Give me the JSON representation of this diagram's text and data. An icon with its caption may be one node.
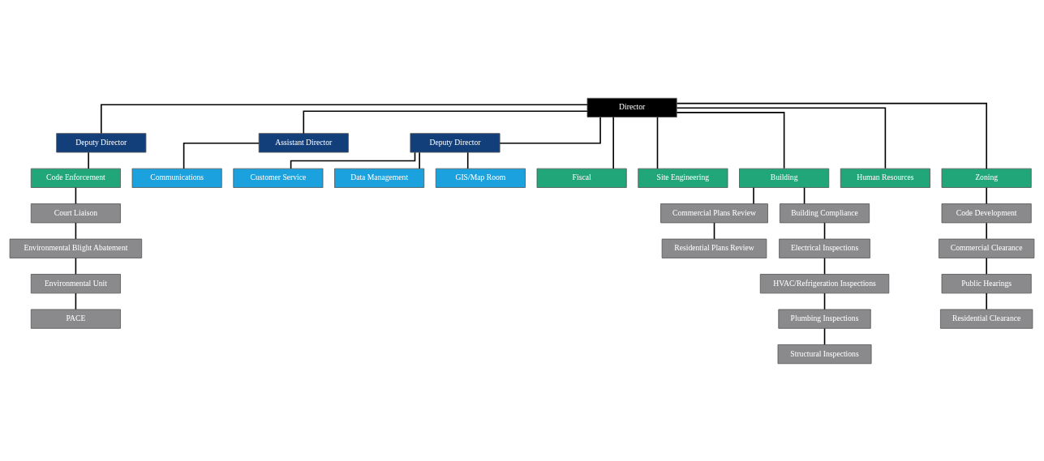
{
  "diagram": {
    "nodes": [
      {
        "text": [
          "Director"
        ]
      },
      {
        "text": [
          "Deputy Director"
        ]
      },
      {
        "text": [
          "Assistant Director"
        ]
      },
      {
        "text": [
          "Deputy Director"
        ]
      },
      {
        "text": [
          "Communications"
        ]
      },
      {
        "text": [
          "Customer Service"
        ]
      },
      {
        "text": [
          "Data Management"
        ]
      },
      {
        "text": [
          "GIS/Map Room"
        ]
      },
      {
        "text": [
          "Code Enforcement"
        ]
      },
      {
        "text": [
          "Fiscal"
        ]
      },
      {
        "text": [
          "Site Engineering"
        ]
      },
      {
        "text": [
          "Building"
        ]
      },
      {
        "text": [
          "Human Resources"
        ]
      },
      {
        "text": [
          "Zoning"
        ]
      },
      {
        "text": [
          "Court Liaison"
        ]
      },
      {
        "text": [
          "Environmental Blight Abatement"
        ]
      },
      {
        "text": [
          "Environmental Unit"
        ]
      },
      {
        "text": [
          "PACE"
        ]
      },
      {
        "text": [
          "Commercial Plans Review"
        ]
      },
      {
        "text": [
          "Residential Plans Review"
        ]
      },
      {
        "text": [
          "Building Compliance"
        ]
      },
      {
        "text": [
          "Electrical Inspections"
        ]
      },
      {
        "text": [
          "HVAC/Refrigeration Inspections"
        ]
      },
      {
        "text": [
          "Plumbing Inspections"
        ]
      },
      {
        "text": [
          "Structural Inspections"
        ]
      },
      {
        "text": [
          "Code Development"
        ]
      },
      {
        "text": [
          "Commercial Clearance"
        ]
      },
      {
        "text": [
          "Public Hearings"
        ]
      },
      {
        "text": [
          "Residential Clearance"
        ]
      }
    ],
    "edges": [
      {
        "from": 0,
        "to": 1,
        "arrow": "none"
      },
      {
        "from": 0,
        "to": 2,
        "arrow": "none"
      },
      {
        "from": 0,
        "to": 3,
        "arrow": "none"
      },
      {
        "from": 2,
        "to": 4,
        "arrow": "none"
      },
      {
        "from": 3,
        "to": 5,
        "arrow": "none"
      },
      {
        "from": 3,
        "to": 6,
        "arrow": "none"
      },
      {
        "from": 3,
        "to": 7,
        "arrow": "none"
      },
      {
        "from": 1,
        "to": 8,
        "arrow": "none"
      },
      {
        "from": 0,
        "to": 9,
        "arrow": "none"
      },
      {
        "from": 0,
        "to": 10,
        "arrow": "none"
      },
      {
        "from": 0,
        "to": 11,
        "arrow": "none"
      },
      {
        "from": 0,
        "to": 12,
        "arrow": "none"
      },
      {
        "from": 0,
        "to": 13,
        "arrow": "none"
      },
      {
        "from": 8,
        "to": 14,
        "arrow": "none"
      },
      {
        "from": 14,
        "to": 15,
        "arrow": "none"
      },
      {
        "from": 15,
        "to": 16,
        "arrow": "none"
      },
      {
        "from": 16,
        "to": 17,
        "arrow": "none"
      },
      {
        "from": 11,
        "to": 18,
        "arrow": "none"
      },
      {
        "from": 11,
        "to": 20,
        "arrow": "none"
      },
      {
        "from": 18,
        "to": 19,
        "arrow": "none"
      },
      {
        "from": 20,
        "to": 21,
        "arrow": "none"
      },
      {
        "from": 21,
        "to": 22,
        "arrow": "none"
      },
      {
        "from": 22,
        "to": 23,
        "arrow": "none"
      },
      {
        "from": 23,
        "to": 24,
        "arrow": "none"
      },
      {
        "from": 13,
        "to": 25,
        "arrow": "none"
      },
      {
        "from": 25,
        "to": 26,
        "arrow": "none"
      },
      {
        "from": 26,
        "to": 27,
        "arrow": "none"
      },
      {
        "from": 27,
        "to": 28,
        "arrow": "none"
      }
    ]
  }
}
